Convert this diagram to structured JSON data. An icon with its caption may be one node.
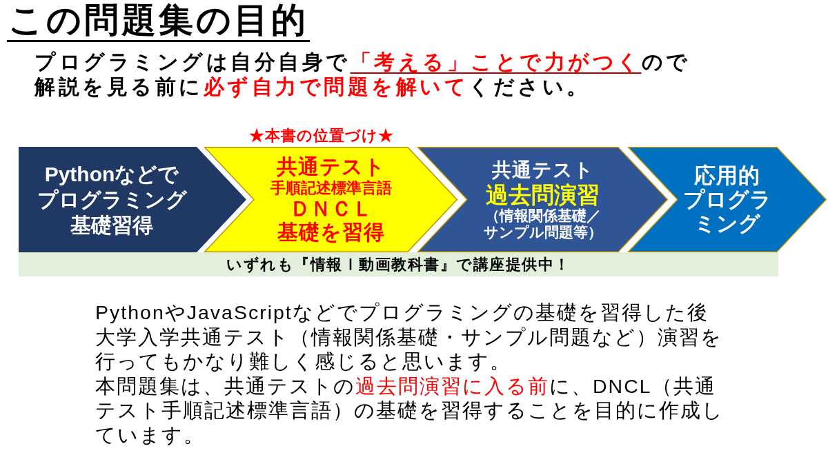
{
  "diagram": {
    "title": "この問題集の目的",
    "nodes": [
      {
        "text": [
          "Pythonなどでプログラミング基礎習得"
        ]
      },
      {
        "text": [
          "共通テスト",
          "手順記述標準言語",
          "ＤＮＣＬ",
          "基礎を習得"
        ],
        "beside": [
          "★本書の位置づけ★"
        ]
      },
      {
        "text": [
          "共通テスト",
          "過去問演習",
          "（情報関係基礎／サンプル問題等）"
        ]
      },
      {
        "text": [
          "応用的",
          "プログラミング"
        ]
      },
      {
        "text": [
          "いずれも『情報Ⅰ動画教科書』で講座提供中！"
        ]
      }
    ],
    "labels": [
      "プログラミングは自分自身で**「考える」ことで力がつく**ので解説を見る前に**必ず自力で問題を解いて**ください。",
      "PythonやJavaScriptなどでプログラミングの基礎を習得した後大学入学共通テスト（情報関係基礎・サンプル問題など）演習を行ってもかなり難しく感じると思います。",
      "本問題集は、共通テストの**過去問演習に入る前**に、DNCL（共通テスト手順記述標準言語）の基礎を習得することを目的に作成しています。"
    ]
  }
}
